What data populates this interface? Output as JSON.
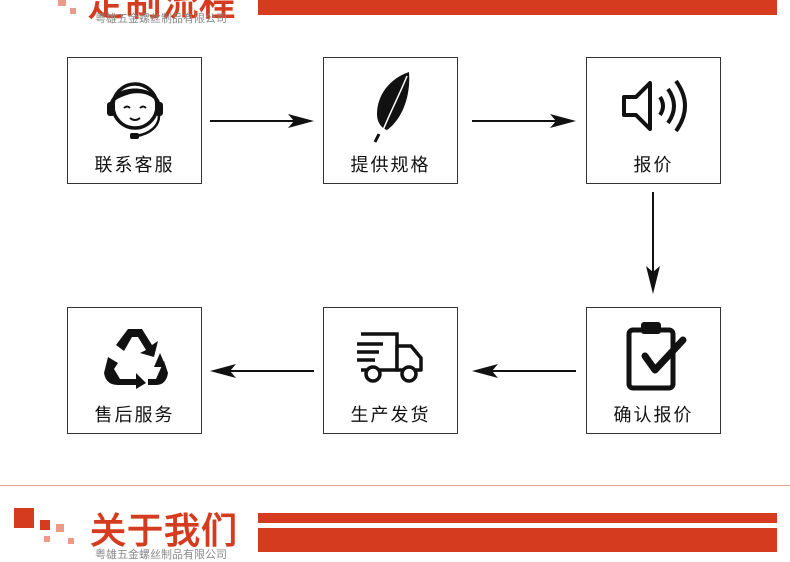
{
  "top_header": {
    "title": "定制流程",
    "subtitle": "粤雄五金螺丝制品有限公司"
  },
  "flow_steps": [
    {
      "label": "联系客服",
      "icon": "customer-service-icon"
    },
    {
      "label": "提供规格",
      "icon": "feather-icon"
    },
    {
      "label": "报价",
      "icon": "speaker-icon"
    },
    {
      "label": "确认报价",
      "icon": "clipboard-check-icon"
    },
    {
      "label": "生产发货",
      "icon": "delivery-truck-icon"
    },
    {
      "label": "售后服务",
      "icon": "recycle-icon"
    }
  ],
  "bottom_header": {
    "title": "关于我们",
    "subtitle": "粤雄五金螺丝制品有限公司"
  },
  "colors": {
    "accent": "#d53c1f",
    "accent_light": "#ec9b86",
    "text": "#111111",
    "border": "#333333"
  }
}
